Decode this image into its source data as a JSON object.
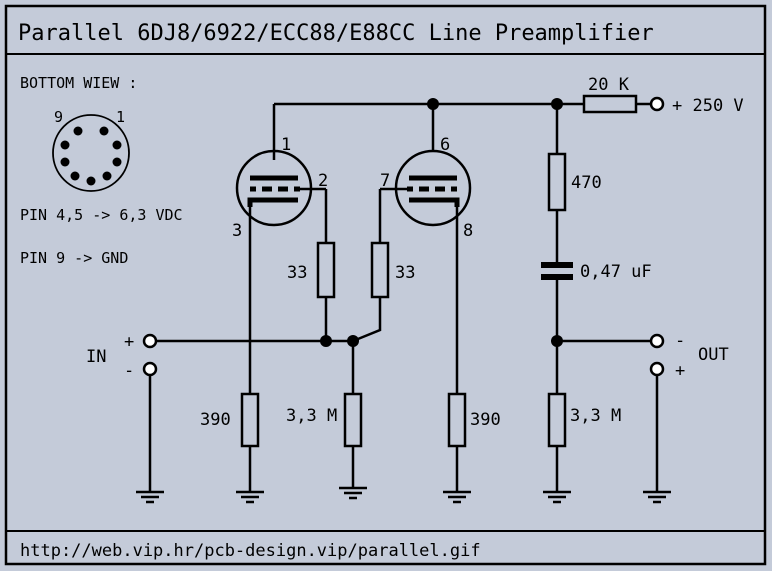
{
  "title": "Parallel 6DJ8/6922/ECC88/E88CC Line Preamplifier",
  "colors": {
    "background": "#c4cbd9",
    "ink": "#000000"
  },
  "pinout": {
    "heading": "BOTTOM WIEW :",
    "pin_left": "9",
    "pin_right": "1",
    "note_heater": "PIN 4,5 -> 6,3 VDC",
    "note_gnd": "PIN 9 -> GND"
  },
  "tubes": {
    "left": {
      "plate": "1",
      "grid": "2",
      "cathode": "3"
    },
    "right": {
      "plate": "6",
      "grid": "7",
      "cathode": "8"
    }
  },
  "components": {
    "r_supply": "20 K",
    "supply": "+ 250 V",
    "r_plate": "470",
    "c_out": "0,47 uF",
    "r_grid_left": "33",
    "r_grid_right": "33",
    "r_cath_left": "390",
    "r_input": "3,3 M",
    "r_cath_right": "390",
    "r_out": "3,3 M"
  },
  "io": {
    "in_label": "IN",
    "in_plus": "+",
    "in_minus": "-",
    "out_label": "OUT",
    "out_minus": "-",
    "out_plus": "+"
  },
  "footer": {
    "url": "http://web.vip.hr/pcb-design.vip/parallel.gif"
  }
}
